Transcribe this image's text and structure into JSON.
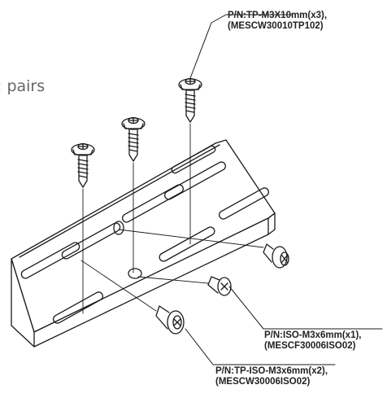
{
  "side_text": "pairs",
  "callouts": [
    {
      "pn": "P/N:TP-M3X10mm(x3),",
      "code": "(MESCW30010TP102)"
    },
    {
      "pn": "P/N:ISO-M3x6mm(x1),",
      "code": "(MESCF30006ISO02)"
    },
    {
      "pn": "P/N:TP-ISO-M3x6mm(x2),",
      "code": "(MESCW30006ISO02)"
    }
  ],
  "colors": {
    "line": "#1a1a1a",
    "text": "#222222",
    "side_text": "#666666"
  }
}
